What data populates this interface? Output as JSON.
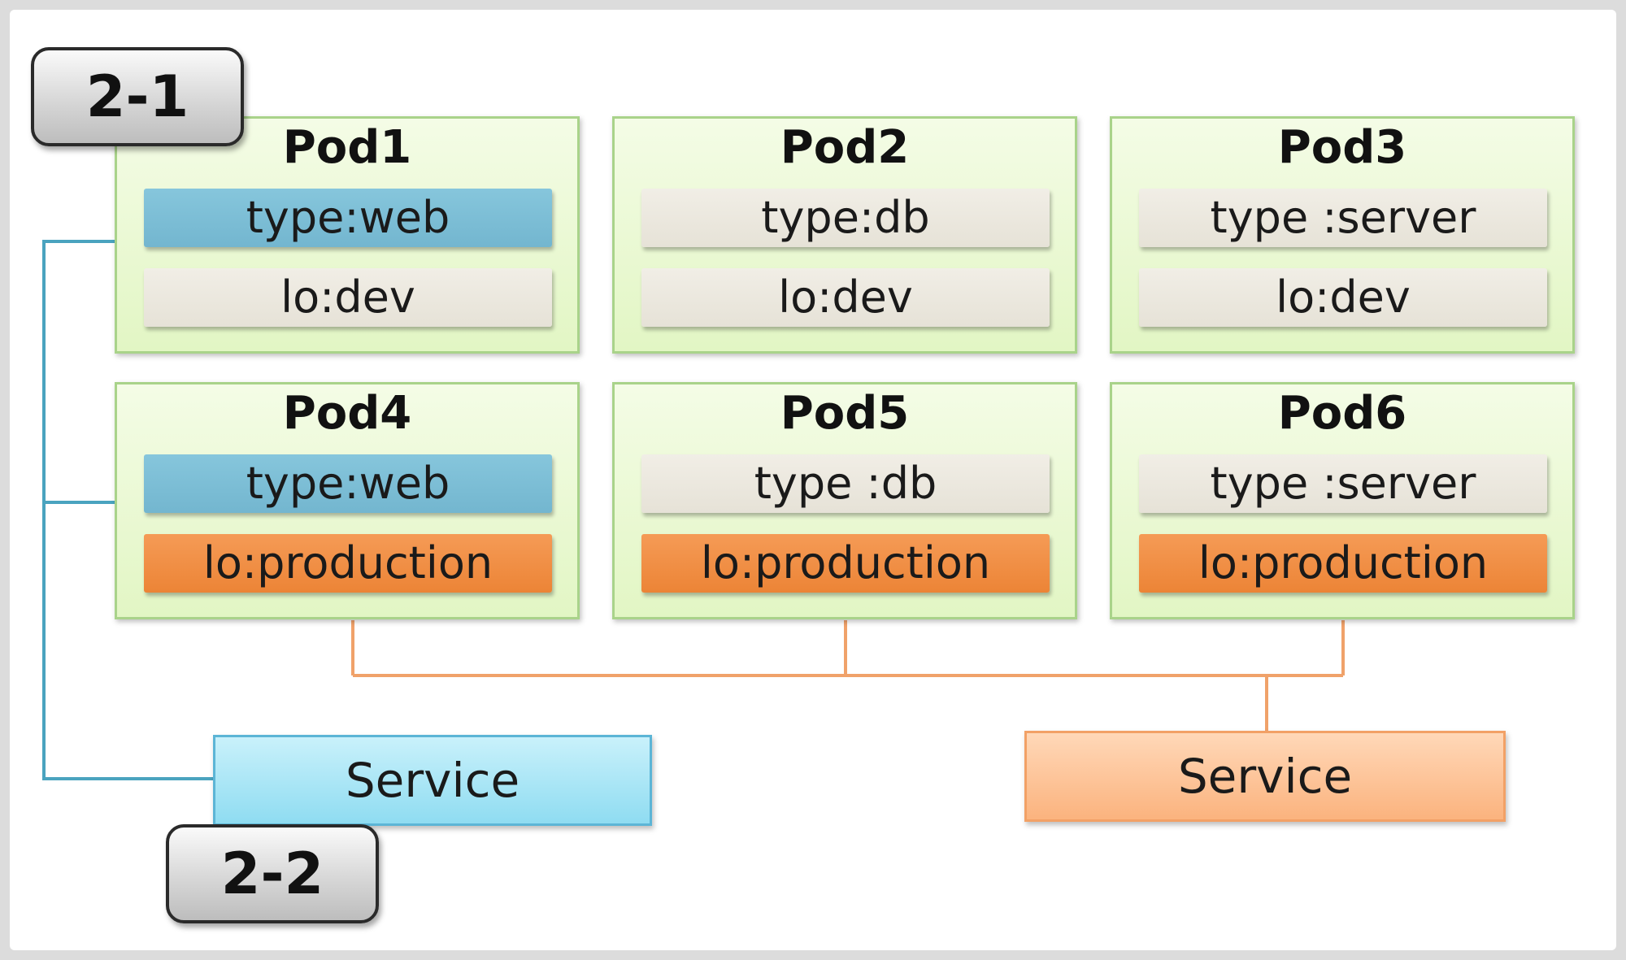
{
  "pods": [
    {
      "title": "Pod1",
      "labels": [
        {
          "text": "type:web",
          "color": "blue"
        },
        {
          "text": "lo:dev",
          "color": "grey"
        }
      ]
    },
    {
      "title": "Pod2",
      "labels": [
        {
          "text": "type:db",
          "color": "grey"
        },
        {
          "text": "lo:dev",
          "color": "grey"
        }
      ]
    },
    {
      "title": "Pod3",
      "labels": [
        {
          "text": "type :server",
          "color": "grey"
        },
        {
          "text": "lo:dev",
          "color": "grey"
        }
      ]
    },
    {
      "title": "Pod4",
      "labels": [
        {
          "text": "type:web",
          "color": "blue"
        },
        {
          "text": "lo:production",
          "color": "orange"
        }
      ]
    },
    {
      "title": "Pod5",
      "labels": [
        {
          "text": "type :db",
          "color": "grey"
        },
        {
          "text": "lo:production",
          "color": "orange"
        }
      ]
    },
    {
      "title": "Pod6",
      "labels": [
        {
          "text": "type :server",
          "color": "grey"
        },
        {
          "text": "lo:production",
          "color": "orange"
        }
      ]
    }
  ],
  "services": {
    "web": {
      "label": "Service"
    },
    "production": {
      "label": "Service"
    }
  },
  "tags": {
    "first": "2-1",
    "second": "2-2"
  },
  "colors": {
    "web_line": "#4aa3bf",
    "production_line": "#f0a26a",
    "web_label": "#7bbdd5",
    "production_label": "#ef8d42",
    "neutral_label": "#ebe7dd",
    "pod_fill": "#e8f8cf"
  }
}
